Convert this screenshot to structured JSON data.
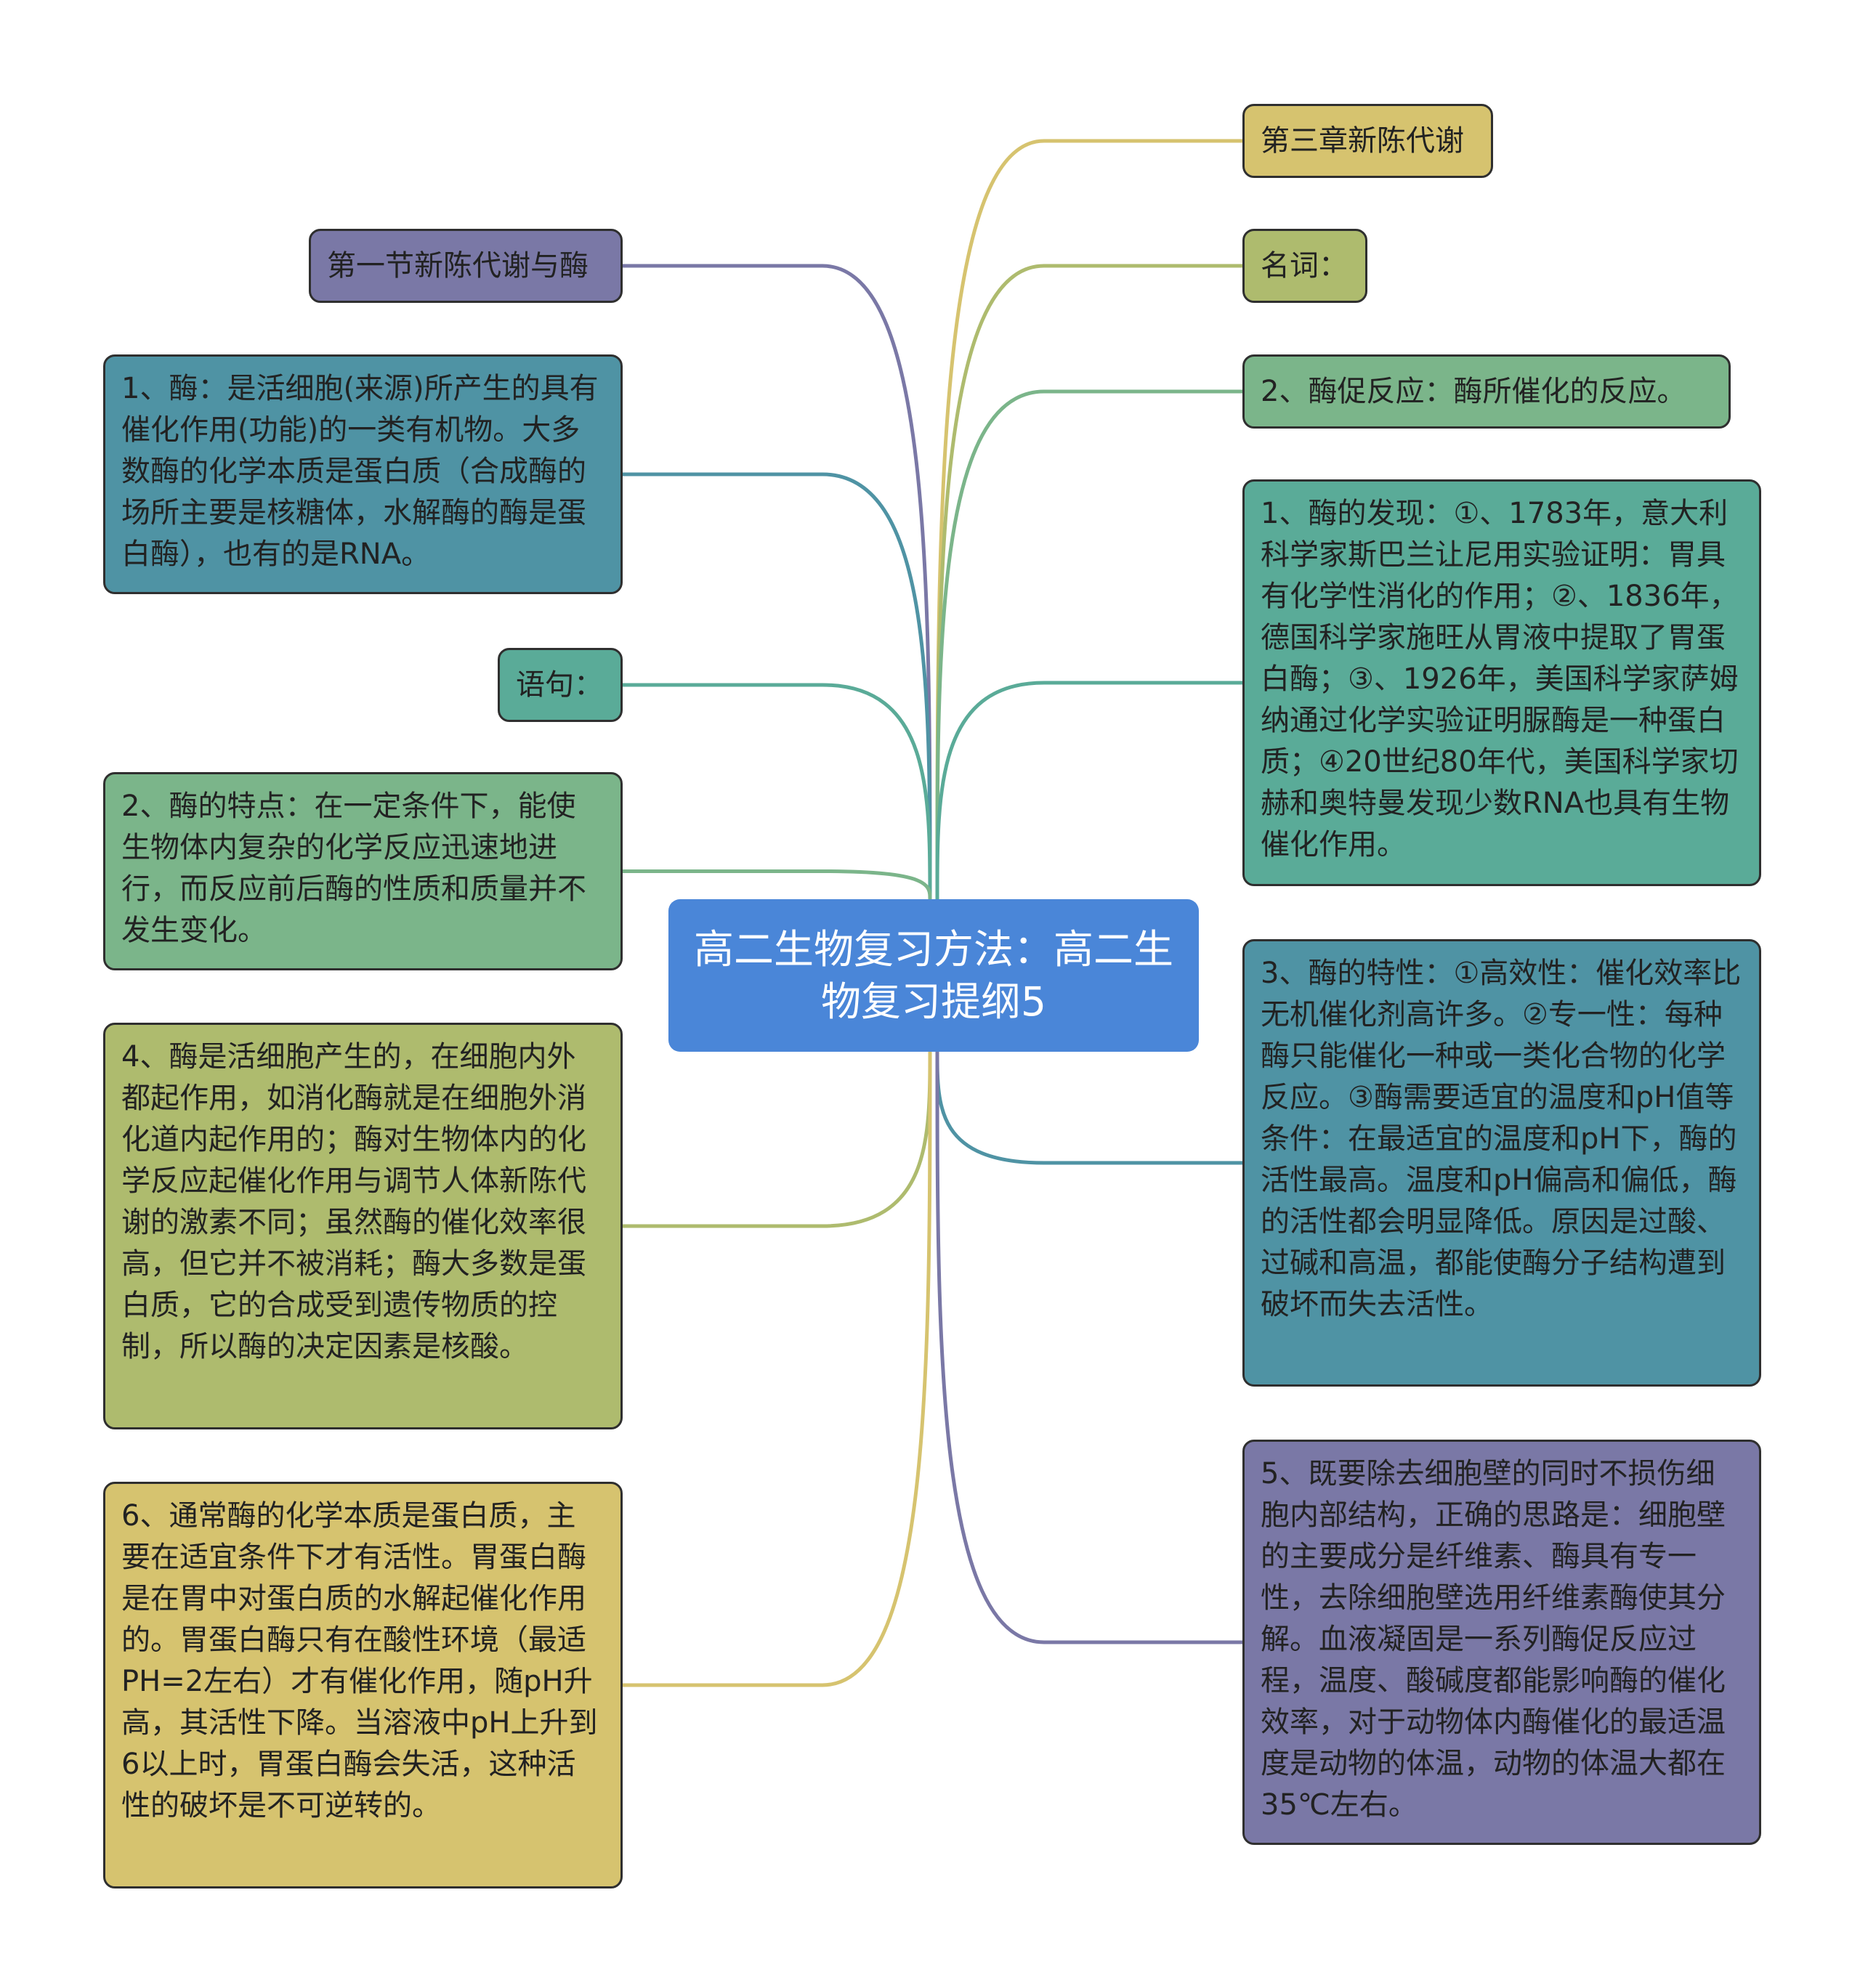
{
  "center": {
    "text": "高二生物复习方法：高二生物复习提纲5",
    "color": "#4a86d8"
  },
  "nodes": [
    {
      "id": "r1",
      "text": "第三章新陈代谢",
      "color": "#d6c36f"
    },
    {
      "id": "r2",
      "text": "名词：",
      "color": "#aebb6e"
    },
    {
      "id": "r3",
      "text": "2、酶促反应：酶所催化的反应。",
      "color": "#7bb58a"
    },
    {
      "id": "r4",
      "text": "1、酶的发现：①、1783年，意大利科学家斯巴兰让尼用实验证明：胃具有化学性消化的作用；②、1836年，德国科学家施旺从胃液中提取了胃蛋白酶；③、1926年，美国科学家萨姆纳通过化学实验证明脲酶是一种蛋白质；④20世纪80年代，美国科学家切赫和奥特曼发现少数RNA也具有生物催化作用。",
      "color": "#5aab98"
    },
    {
      "id": "r5",
      "text": "3、酶的特性：①高效性：催化效率比无机催化剂高许多。②专一性：每种酶只能催化一种或一类化合物的化学反应。③酶需要适宜的温度和pH值等条件：在最适宜的温度和pH下，酶的活性最高。温度和pH偏高和偏低，酶的活性都会明显降低。原因是过酸、过碱和高温，都能使酶分子结构遭到破坏而失去活性。",
      "color": "#4f93a4"
    },
    {
      "id": "r6",
      "text": "5、既要除去细胞壁的同时不损伤细胞内部结构，正确的思路是：细胞壁的主要成分是纤维素、酶具有专一性，去除细胞壁选用纤维素酶使其分解。血液凝固是一系列酶促反应过程，温度、酸碱度都能影响酶的催化效率，对于动物体内酶催化的最适温度是动物的体温，动物的体温大都在35℃左右。",
      "color": "#7a78a6"
    },
    {
      "id": "l1",
      "text": "第一节新陈代谢与酶",
      "color": "#7a78a6"
    },
    {
      "id": "l2",
      "text": "1、酶：是活细胞(来源)所产生的具有催化作用(功能)的一类有机物。大多数酶的化学本质是蛋白质（合成酶的场所主要是核糖体，水解酶的酶是蛋白酶），也有的是RNA。",
      "color": "#4f93a4"
    },
    {
      "id": "l3",
      "text": "语句：",
      "color": "#5aab98"
    },
    {
      "id": "l4",
      "text": "2、酶的特点：在一定条件下，能使生物体内复杂的化学反应迅速地进行，而反应前后酶的性质和质量并不发生变化。",
      "color": "#7bb58a"
    },
    {
      "id": "l5",
      "text": "4、酶是活细胞产生的，在细胞内外都起作用，如消化酶就是在细胞外消化道内起作用的；酶对生物体内的化学反应起催化作用与调节人体新陈代谢的激素不同；虽然酶的催化效率很高，但它并不被消耗；酶大多数是蛋白质，它的合成受到遗传物质的控制，所以酶的决定因素是核酸。",
      "color": "#aebb6e"
    },
    {
      "id": "l6",
      "text": "6、通常酶的化学本质是蛋白质，主要在适宜条件下才有活性。胃蛋白酶是在胃中对蛋白质的水解起催化作用的。胃蛋白酶只有在酸性环境（最适PH=2左右）才有催化作用，随pH升高，其活性下降。当溶液中pH上升到6以上时，胃蛋白酶会失活，这种活性的破坏是不可逆转的。",
      "color": "#d6c36f"
    }
  ]
}
